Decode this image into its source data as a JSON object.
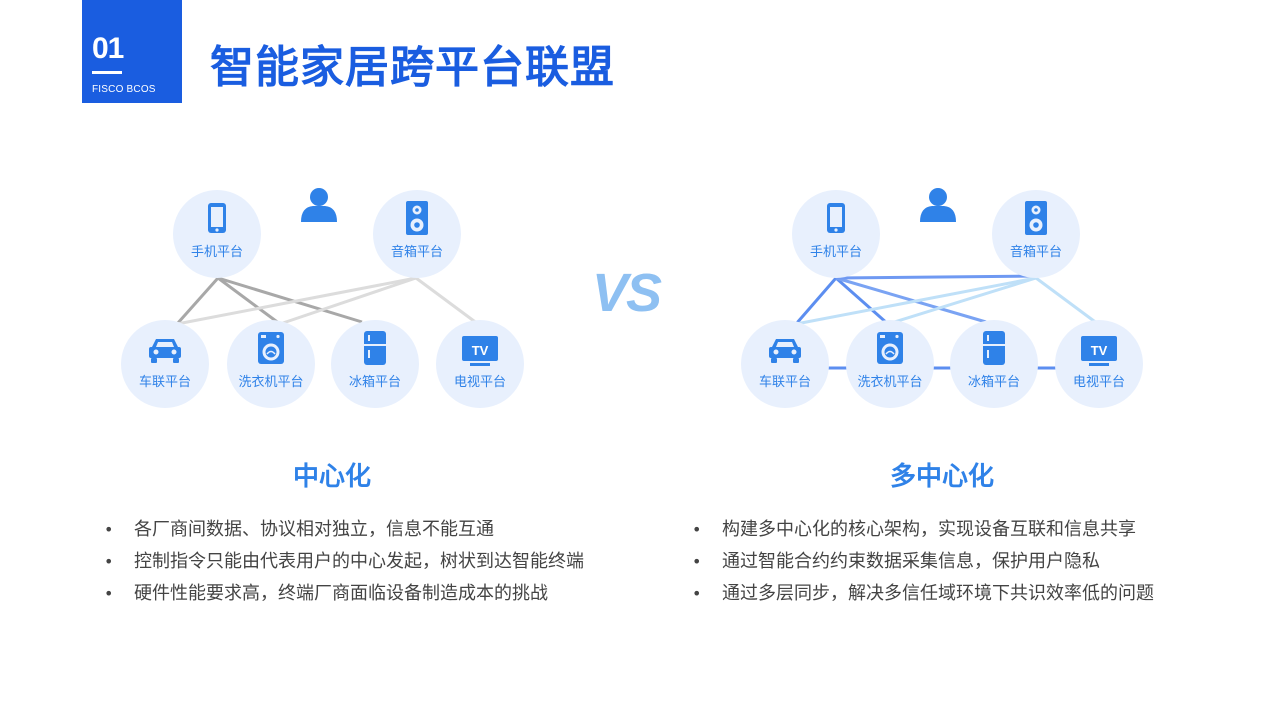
{
  "badge": {
    "number": "01",
    "subtitle": "FISCO BCOS"
  },
  "title": "智能家居跨平台联盟",
  "vs": "VS",
  "colors": {
    "brand": "#1a5de0",
    "accent": "#2f82e8",
    "circle": "#e8f0fd",
    "icon": "#2f82e8"
  },
  "diagrams": [
    {
      "id": "left",
      "heading": "中心化",
      "platforms": {
        "phone": "手机平台",
        "speaker": "音箱平台",
        "car": "车联平台",
        "washer": "洗衣机平台",
        "fridge": "冰箱平台",
        "tv": "电视平台"
      },
      "tv_icon_text": "TV",
      "bullets": [
        "各厂商间数据、协议相对独立，信息不能互通",
        "控制指令只能由代表用户的中心发起，树状到达智能终端",
        "硬件性能要求高，终端厂商面临设备制造成本的挑战"
      ]
    },
    {
      "id": "right",
      "heading": "多中心化",
      "platforms": {
        "phone": "手机平台",
        "speaker": "音箱平台",
        "car": "车联平台",
        "washer": "洗衣机平台",
        "fridge": "冰箱平台",
        "tv": "电视平台"
      },
      "tv_icon_text": "TV",
      "bullets": [
        "构建多中心化的核心架构，实现设备互联和信息共享",
        "通过智能合约约束数据采集信息，保护用户隐私",
        "通过多层同步，解决多信任域环境下共识效率低的问题"
      ]
    }
  ]
}
